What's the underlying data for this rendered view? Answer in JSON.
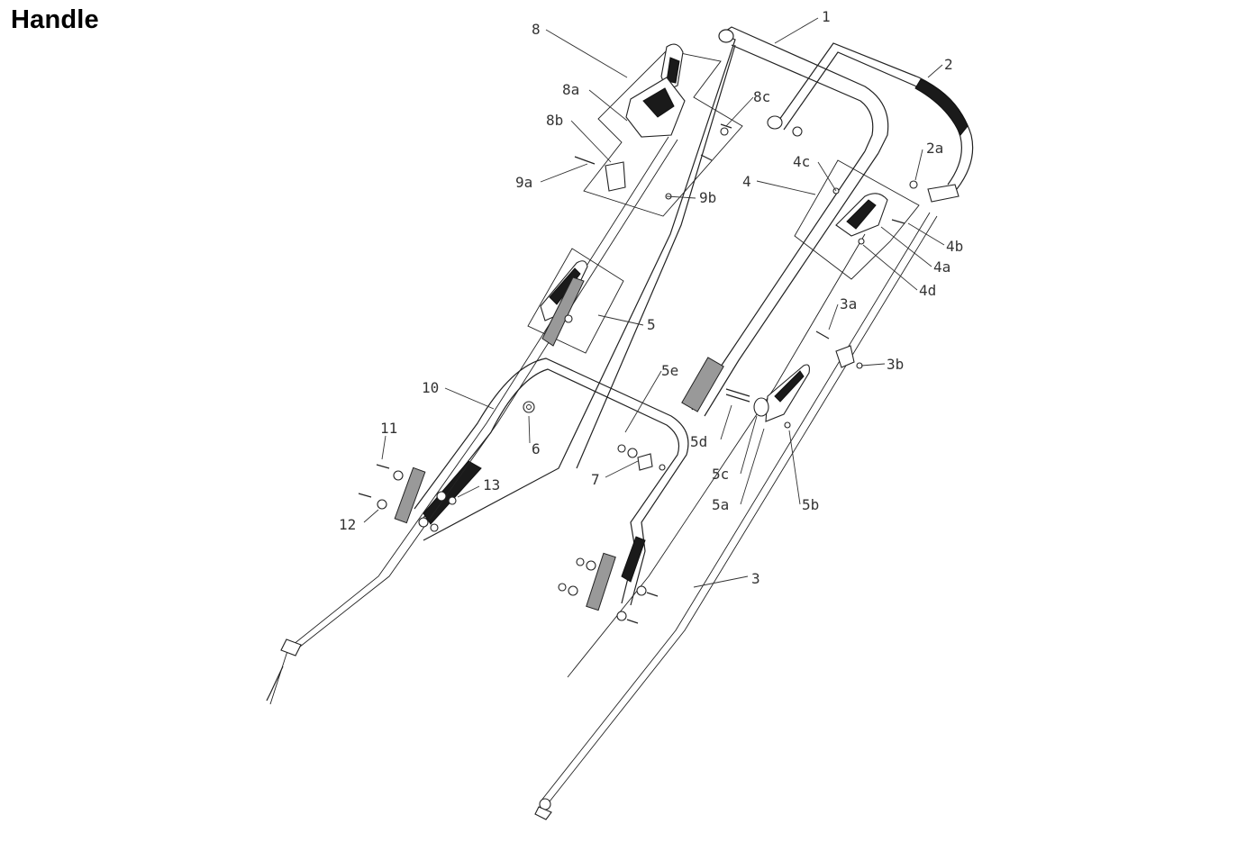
{
  "title": "Handle",
  "labels": {
    "l1": "1",
    "l2": "2",
    "l2a": "2a",
    "l3": "3",
    "l3a": "3a",
    "l3b": "3b",
    "l4": "4",
    "l4a": "4a",
    "l4b": "4b",
    "l4c": "4c",
    "l4d": "4d",
    "l5": "5",
    "l5a": "5a",
    "l5b": "5b",
    "l5c": "5c",
    "l5d": "5d",
    "l5e": "5e",
    "l6": "6",
    "l7": "7",
    "l8": "8",
    "l8a": "8a",
    "l8b": "8b",
    "l8c": "8c",
    "l9a": "9a",
    "l9b": "9b",
    "l10": "10",
    "l11": "11",
    "l12": "12",
    "l13": "13"
  },
  "colors": {
    "line": "#222222",
    "label": "#333333",
    "background": "#ffffff"
  }
}
